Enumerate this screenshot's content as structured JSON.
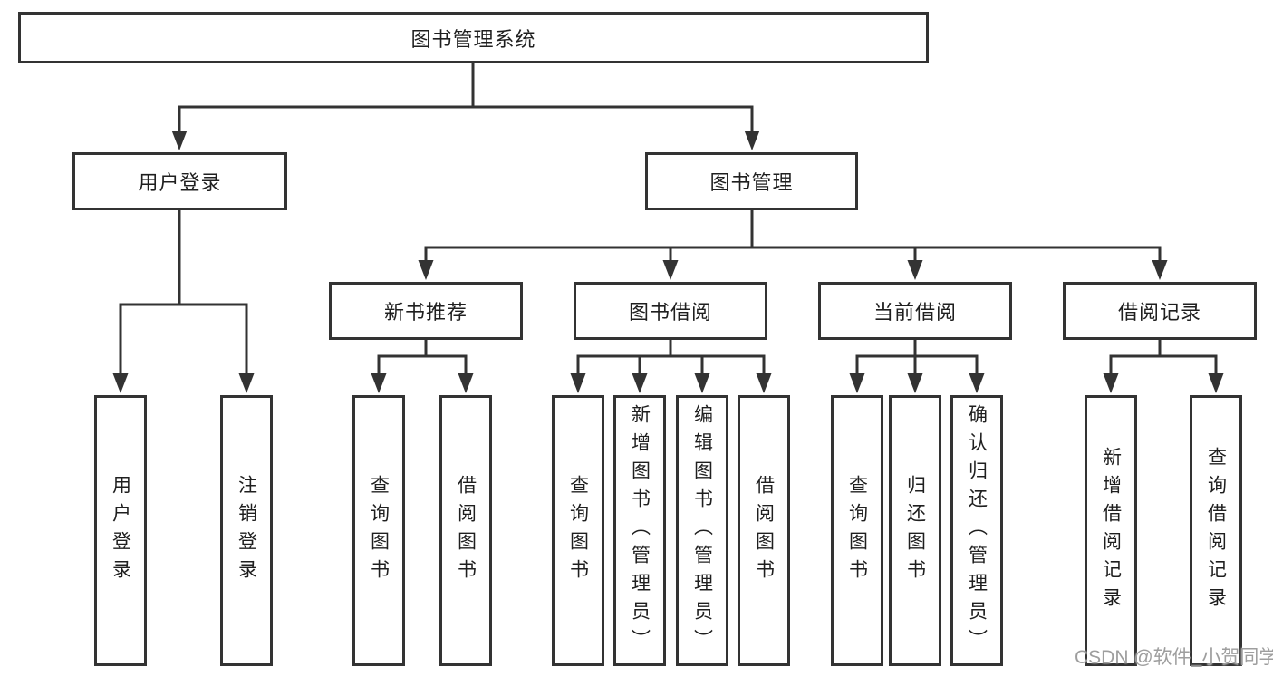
{
  "diagram_type": "hierarchy-tree",
  "colors": {
    "line": "#333333",
    "box_border": "#333333",
    "box_fill": "#ffffff",
    "text": "#1f1f1f",
    "watermark": "#9e9e9e",
    "background": "#ffffff"
  },
  "tree": {
    "label": "图书管理系统",
    "children": [
      {
        "label": "用户登录",
        "children": [
          {
            "label": "用户登录"
          },
          {
            "label": "注销登录"
          }
        ]
      },
      {
        "label": "图书管理",
        "children": [
          {
            "label": "新书推荐",
            "children": [
              {
                "label": "查询图书"
              },
              {
                "label": "借阅图书"
              }
            ]
          },
          {
            "label": "图书借阅",
            "children": [
              {
                "label": "查询图书"
              },
              {
                "label": "新增图书（管理员）"
              },
              {
                "label": "编辑图书（管理员）"
              },
              {
                "label": "借阅图书"
              }
            ]
          },
          {
            "label": "当前借阅",
            "children": [
              {
                "label": "查询图书"
              },
              {
                "label": "归还图书"
              },
              {
                "label": "确认归还（管理员）"
              }
            ]
          },
          {
            "label": "借阅记录",
            "children": [
              {
                "label": "新增借阅记录"
              },
              {
                "label": "查询借阅记录"
              }
            ]
          }
        ]
      }
    ]
  },
  "watermark": {
    "text": "CSDN @软件_小贺同学"
  }
}
